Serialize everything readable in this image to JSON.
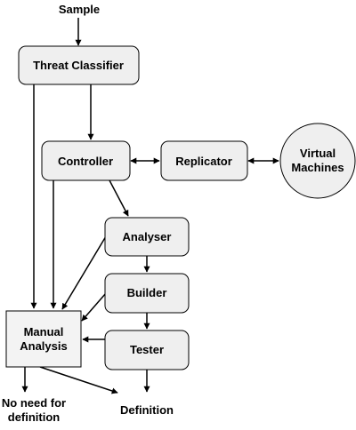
{
  "diagram": {
    "input_label": "Sample",
    "nodes": {
      "threat_classifier": "Threat Classifier",
      "controller": "Controller",
      "replicator": "Replicator",
      "virtual_machines": [
        "Virtual",
        "Machines"
      ],
      "analyser": "Analyser",
      "builder": "Builder",
      "tester": "Tester",
      "manual_analysis": [
        "Manual",
        "Analysis"
      ]
    },
    "outputs": {
      "no_need": [
        "No need for",
        "definition"
      ],
      "definition": "Definition"
    }
  },
  "colors": {
    "node_fill": "#efefef",
    "manual_fill": "#f3f3f3",
    "stroke": "#000000"
  }
}
